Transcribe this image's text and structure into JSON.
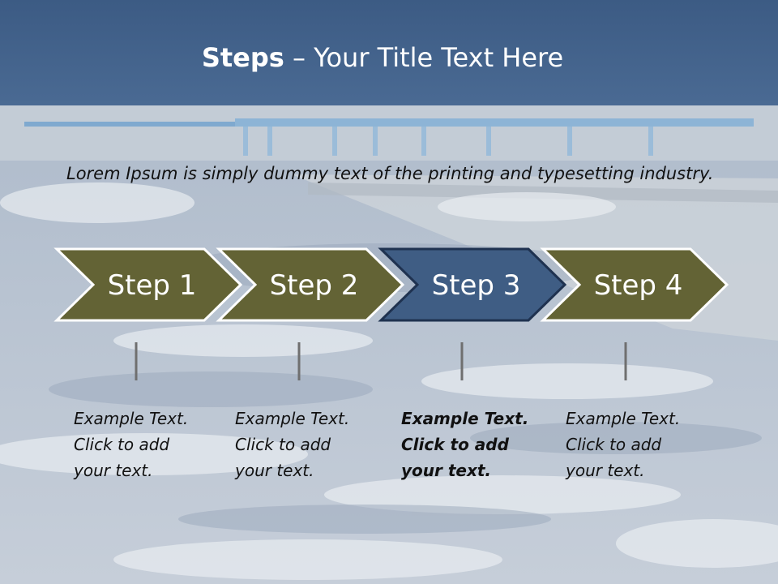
{
  "title": {
    "bold": "Steps",
    "rest": " – Your Title Text Here"
  },
  "intro": "Lorem Ipsum is simply dummy text of the printing and typesetting industry.",
  "colors": {
    "step_default": "#636335",
    "step_active": "#3f5d84",
    "header": "#3e5e86"
  },
  "steps": [
    {
      "label": "Step 1",
      "desc": [
        "Example Text.",
        "Click  to add",
        "your text."
      ]
    },
    {
      "label": "Step 2",
      "desc": [
        "Example Text.",
        "Click  to add",
        "your text."
      ]
    },
    {
      "label": "Step 3",
      "desc": [
        "Example Text.",
        "Click  to add",
        "your text."
      ]
    },
    {
      "label": "Step 4",
      "desc": [
        "Example Text.",
        "Click  to add",
        "your text."
      ]
    }
  ]
}
